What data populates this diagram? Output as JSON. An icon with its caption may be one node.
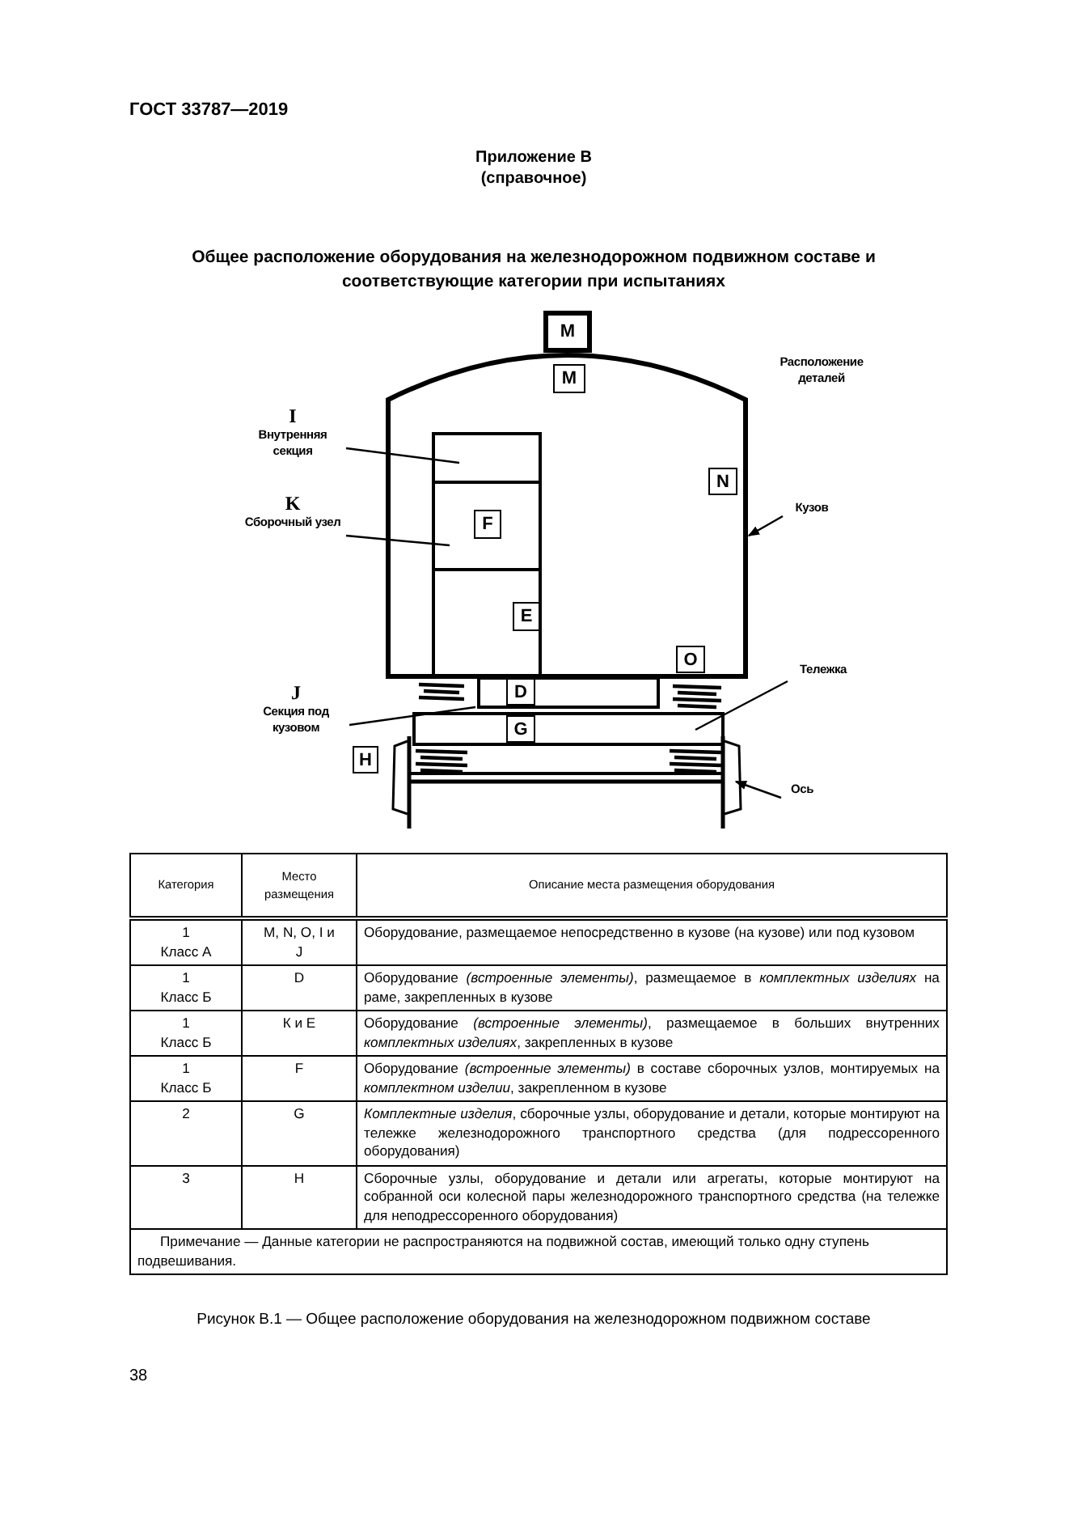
{
  "diagram": {
    "title": "Общее расположение оборудования на железнодорожном подвижном составе и соответствующие категории при испытаниях",
    "caption": "Рисунок В.1 — Общее расположение оборудования на железнодорожном подвижном составе",
    "nodes": [
      {
        "text": [
          "M"
        ]
      },
      {
        "text": [],
        "shape": "box"
      },
      {
        "text": [
          "M"
        ],
        "in": 1
      },
      {
        "text": [
          "I",
          "Внутренняя секция"
        ]
      },
      {
        "text": [
          "N"
        ],
        "in": 1
      },
      {
        "text": [
          "K",
          "Сборочный узел"
        ]
      },
      {
        "text": [
          "F"
        ],
        "in": 1
      },
      {
        "text": [
          "Кузов"
        ]
      },
      {
        "text": [
          "E"
        ],
        "in": 1
      },
      {
        "text": [
          "O"
        ],
        "in": 1
      },
      {
        "text": [
          "J",
          "Секция под кузовом"
        ]
      },
      {
        "text": [
          "D"
        ]
      },
      {
        "text": [
          "Тележка"
        ]
      },
      {
        "text": [
          "G"
        ]
      },
      {
        "text": [
          "H"
        ]
      },
      {
        "text": [
          "Ось"
        ]
      }
    ],
    "edges": [
      {
        "from": 3,
        "to": null,
        "arrow": "none"
      },
      {
        "from": 5,
        "to": null,
        "arrow": "none"
      },
      {
        "from": 7,
        "to": 1,
        "arrow": "to"
      },
      {
        "from": 10,
        "to": null,
        "arrow": "none"
      },
      {
        "from": 12,
        "to": null,
        "arrow": "none"
      },
      {
        "from": 15,
        "to": null,
        "arrow": "to"
      }
    ],
    "labels": [
      "ГОСТ 33787—2019",
      "Приложение В",
      "(справочное)",
      "Расположение деталей",
      "Категория",
      "Место размещения",
      "Описание места размещения оборудования",
      "1",
      "Класс А",
      "M, N, O, I и J",
      "Оборудование, размещаемое непосредственно в кузове (на кузове) или под кузовом",
      "1",
      "Класс Б",
      "D",
      "Оборудование *(встроенные элементы)*, размещаемое в *комплектных изделиях* на раме, закрепленных в кузове",
      "1",
      "Класс Б",
      "К и Е",
      "Оборудование *(встроенные элементы)*, размещаемое в больших внутренних *комплектных изделиях*, закрепленных в кузове",
      "1",
      "Класс Б",
      "F",
      "Оборудование *(встроенные элементы)* в составе сборочных узлов, монтируемых на *комплектном изделии*, закрепленном в кузове",
      "2",
      "G",
      "*Комплектные изделия*, сборочные узлы, оборудование и детали, которые монтируют на тележке железнодорожного транспортного средства (для подрессоренного оборудования)",
      "3",
      "H",
      "Сборочные узлы, оборудование и детали или агрегаты, которые монтируют на собранной оси колесной пары железнодорожного транспортного средства (на тележке для неподрессоренного оборудования)",
      "Примечание — Данные категории не распространяются на подвижной состав, имеющий только одну ступень подвешивания.",
      "38"
    ]
  }
}
